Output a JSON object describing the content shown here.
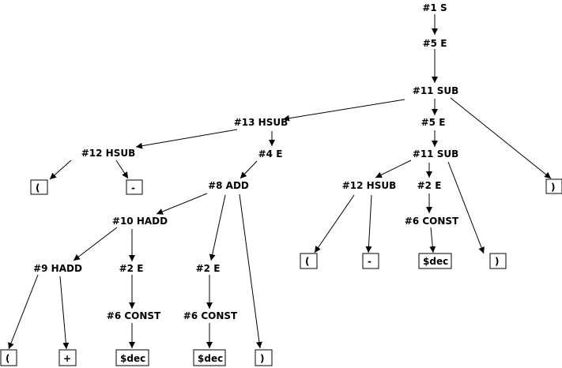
{
  "nodes": {
    "n_s": "#1 S",
    "n_e_top": "#5 E",
    "n_sub_root": "#11 SUB",
    "n_hsub13": "#13 HSUB",
    "n_e_right": "#5 E",
    "n_hsub12_left": "#12 HSUB",
    "n_e4": "#4 E",
    "n_sub_inner": "#11 SUB",
    "n_add8": "#8 ADD",
    "n_hsub12_right": "#12 HSUB",
    "n_e2_right": "#2 E",
    "n_hadd10": "#10 HADD",
    "n_const_right": "#6 CONST",
    "n_hadd9": "#9 HADD",
    "n_e2_a": "#2 E",
    "n_e2_b": "#2 E",
    "n_const_a": "#6 CONST",
    "n_const_b": "#6 CONST"
  },
  "leaves": {
    "l_lparen_1": "(",
    "l_minus_1": "-",
    "l_rparen_top": ")",
    "l_lparen_2": "(",
    "l_minus_2": "-",
    "l_dec_right": "$dec",
    "l_rparen_right": ")",
    "l_lparen_3": "(",
    "l_plus": "+",
    "l_dec_a": "$dec",
    "l_dec_b": "$dec",
    "l_rparen_bottom": ")"
  }
}
